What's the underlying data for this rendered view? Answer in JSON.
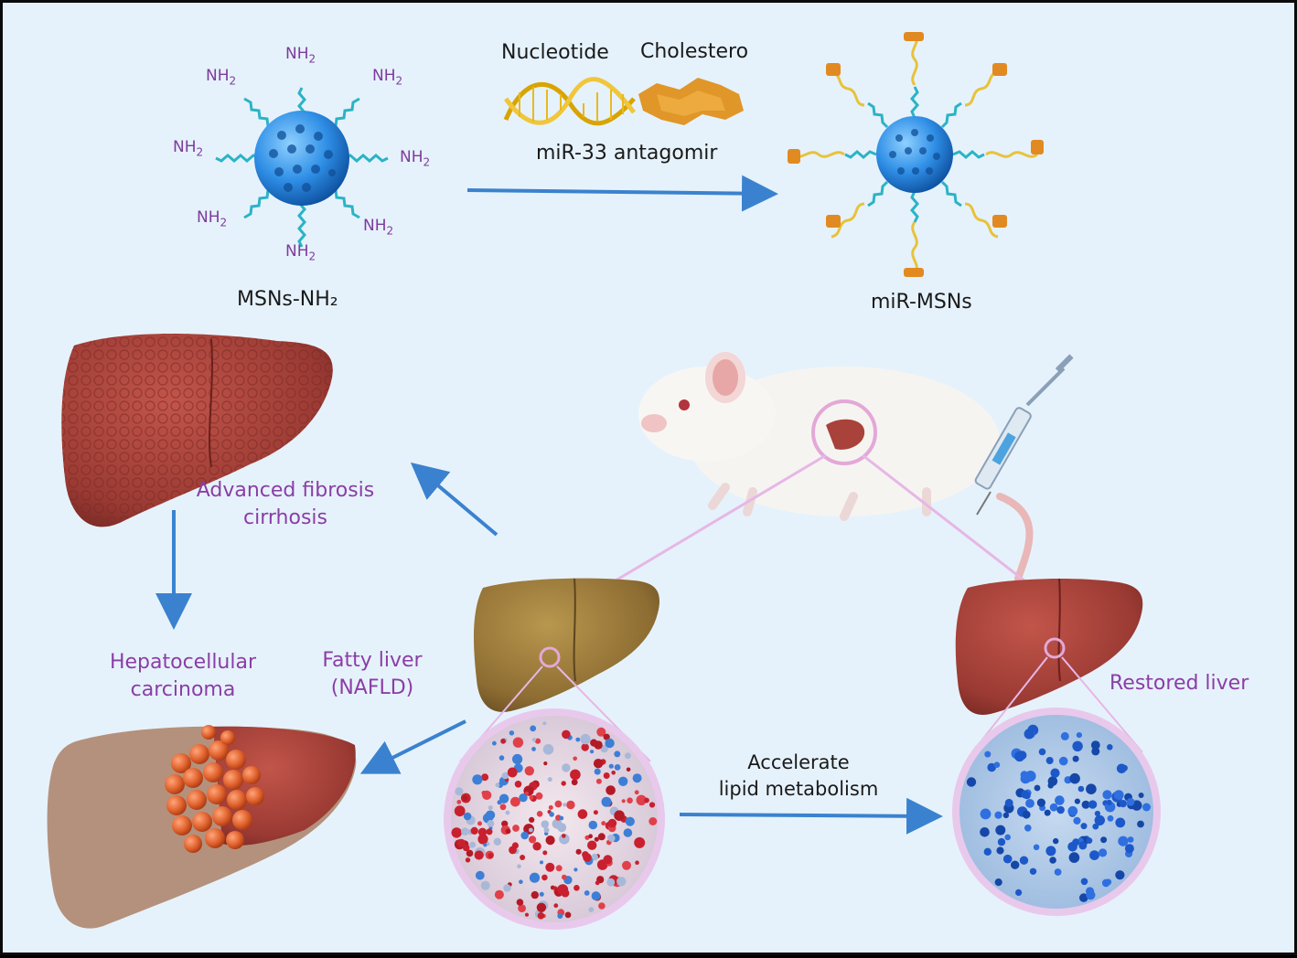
{
  "colors": {
    "background": "#e6f2fb",
    "arrow": "#3a82cf",
    "label_purple": "#8a3ea6",
    "nanoparticle": "#2f8fe6",
    "liver_healthy": "#a8423b",
    "liver_fatty": "#9a7a3a",
    "tumor": "#e0622d"
  },
  "nanoparticle": {
    "amine_label": "NH",
    "amine_subscript": "2",
    "label_start": "MSNs-NH₂",
    "label_end": "miR-MSNs"
  },
  "antagomir": {
    "nucleotide_label": "Nucleotide",
    "cholesterol_label": "Cholestero",
    "name": "miR-33  antagomir"
  },
  "disease": {
    "fibrosis_line1": "Advanced  fibrosis",
    "fibrosis_line2": "cirrhosis",
    "hcc_line1": "Hepatocellular",
    "hcc_line2": "carcinoma",
    "fatty_line1": "Fatty liver",
    "fatty_line2": "(NAFLD)",
    "restored": "Restored liver"
  },
  "treatment": {
    "line1": "Accelerate",
    "line2": "lipid metabolism"
  },
  "icons": [
    "nanoparticle-icon",
    "dna-strand-icon",
    "cholesterol-icon",
    "mouse-icon",
    "syringe-icon",
    "liver-icon",
    "tumor-icon",
    "histology-icon"
  ]
}
